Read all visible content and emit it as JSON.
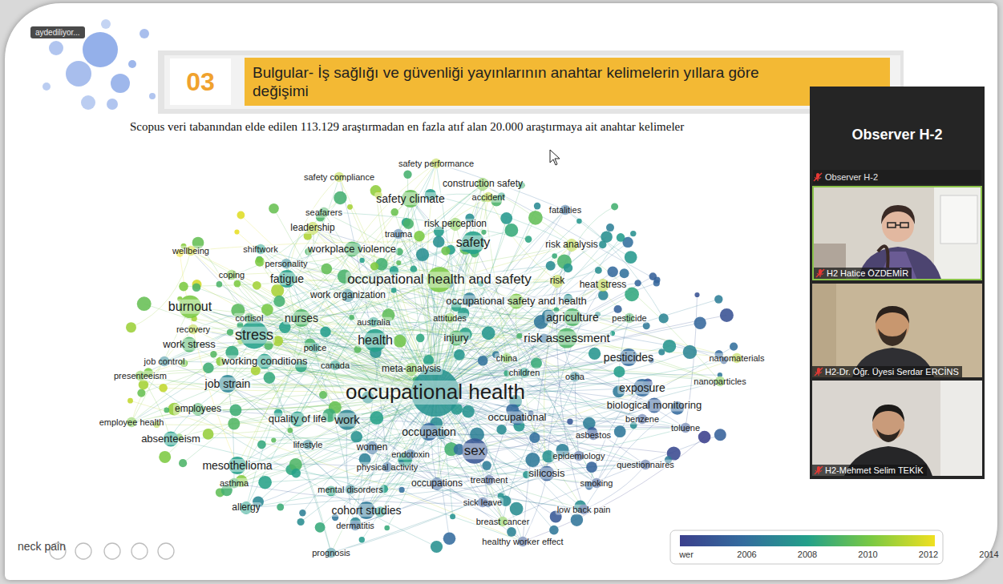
{
  "diagram": {
    "title": "Bulgular- İş sağlığı ve güvenliği yayınlarının anahtar kelimelerin yıllara göre değişimi",
    "caption": "Scopus veri tabanından elde edilen 113.129 araştırmadan en fazla atıf alan 20.000 araştırmaya ait anahtar kelimeler",
    "nodes": [
      {
        "text": [
          "03"
        ]
      },
      {
        "text": [
          "Observer H-2"
        ]
      },
      {
        "text": [
          "Observer H-2"
        ],
        "in": 1
      },
      {
        "text": [
          "H2 Hatice ÖZDEMİR"
        ],
        "in": 1
      },
      {
        "text": [
          "H2-Dr. Öğr. Üyesi Serdar ERCİNS"
        ],
        "in": 1
      },
      {
        "text": [
          "H2-Mehmet Selim TEKİK"
        ],
        "in": 1
      }
    ],
    "labels": [
      "aydediliyor...",
      "safety performance",
      "safety compliance",
      "construction safety",
      "safety climate",
      "accident",
      "seafarers",
      "fatalities",
      "risk perception",
      "leadership",
      "trauma",
      "safety",
      "risk analysis",
      "wellbeing",
      "shiftwork",
      "workplace violence",
      "personality",
      "coping",
      "fatigue",
      "occupational health and safety",
      "risk",
      "heat stress",
      "work organization",
      "occupational safety and health",
      "burnout",
      "cortisol",
      "australia",
      "agriculture",
      "pesticide",
      "recovery",
      "nurses",
      "attitudes",
      "injury",
      "stress",
      "risk assessment",
      "work stress",
      "police",
      "health",
      "china",
      "pesticides",
      "nanomaterials",
      "job control",
      "working conditions",
      "canada",
      "meta-analysis",
      "children",
      "osha",
      "presenteeism",
      "nanoparticles",
      "job strain",
      "occupational health",
      "exposure",
      "biological monitoring",
      "employees",
      "benzene",
      "employee health",
      "quality of life",
      "work",
      "occupational",
      "toluene",
      "absenteeism",
      "occupation",
      "asbestos",
      "lifestyle",
      "women",
      "endotoxin",
      "sex",
      "epidemiology",
      "mesothelioma",
      "physical activity",
      "questionnaires",
      "silicosis",
      "asthma",
      "mental disorders",
      "treatment",
      "occupations",
      "smoking",
      "allergy",
      "sick leave",
      "cohort studies",
      "low back pain",
      "dermatitis",
      "breast cancer",
      "healthy worker effect",
      "prognosis",
      "neck pain",
      "wer",
      "2006",
      "2008",
      "2010",
      "2012",
      "2014"
    ]
  }
}
